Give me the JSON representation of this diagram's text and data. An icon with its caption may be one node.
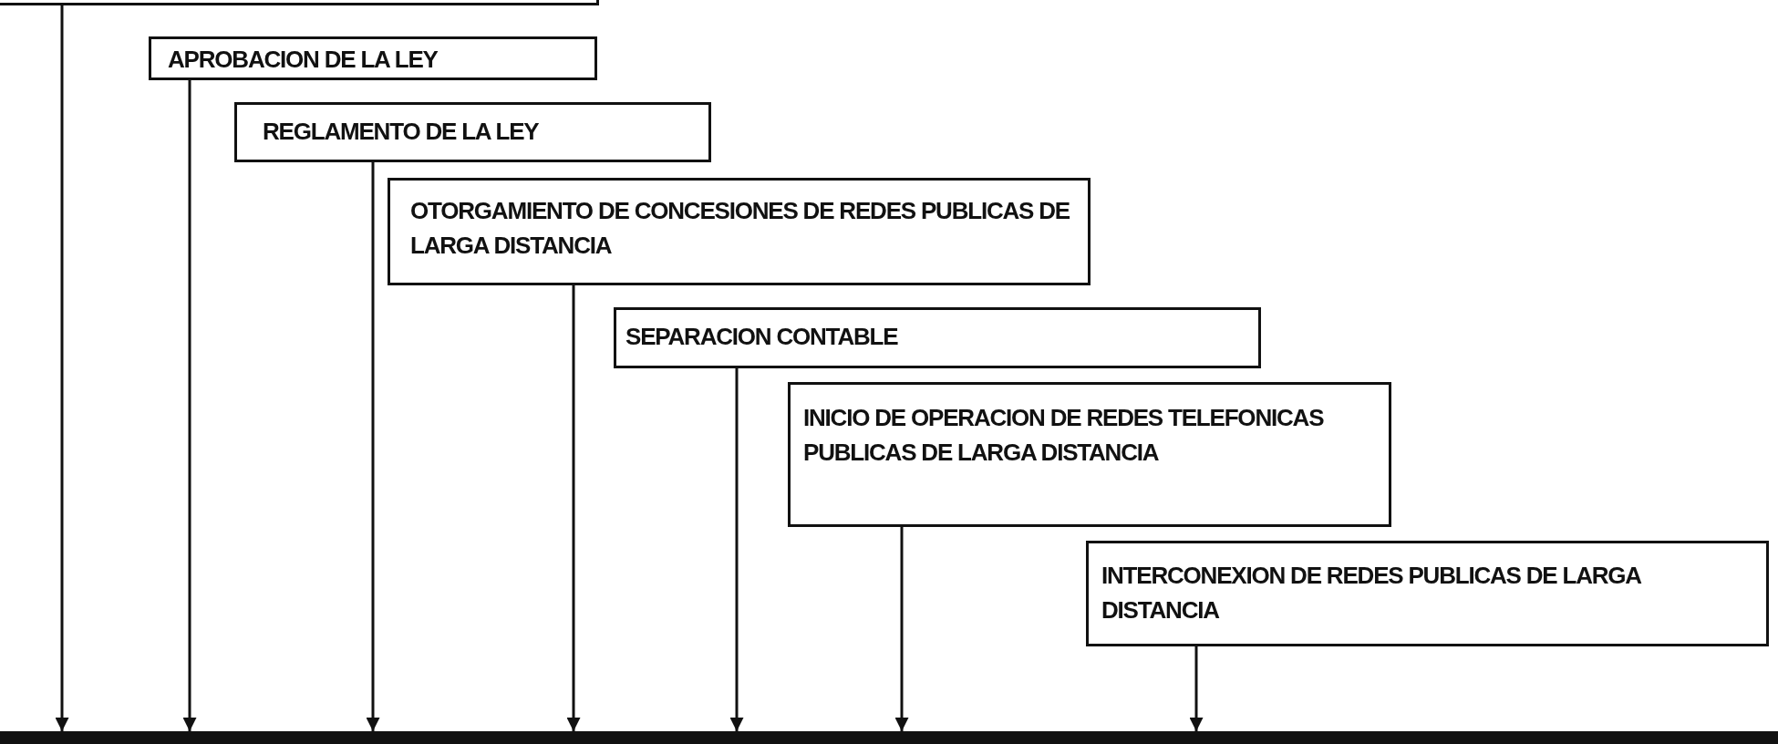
{
  "diagram": {
    "nodes": [
      {
        "text": [],
        "shape": "box"
      },
      {
        "text": [
          "APROBACION DE LA LEY"
        ]
      },
      {
        "text": [
          "REGLAMENTO DE LA LEY"
        ]
      },
      {
        "text": [
          "OTORGAMIENTO DE CONCESIONES DE REDES PUBLICAS DE LARGA DISTANCIA"
        ]
      },
      {
        "text": [
          "SEPARACION CONTABLE"
        ]
      },
      {
        "text": [
          "INICIO DE OPERACION DE REDES TELEFONICAS PUBLICAS DE LARGA DISTANCIA"
        ]
      },
      {
        "text": [
          "INTERCONEXION DE REDES PUBLICAS DE LARGA DISTANCIA"
        ]
      },
      {
        "text": [],
        "shape": "bar"
      }
    ],
    "edges": [
      {
        "from": 0,
        "to": 7,
        "arrow": "to"
      },
      {
        "from": 1,
        "to": 7,
        "arrow": "to"
      },
      {
        "from": 2,
        "to": 7,
        "arrow": "to"
      },
      {
        "from": 3,
        "to": 7,
        "arrow": "to"
      },
      {
        "from": 4,
        "to": 7,
        "arrow": "to"
      },
      {
        "from": 5,
        "to": 7,
        "arrow": "to"
      },
      {
        "from": 6,
        "to": 7,
        "arrow": "to"
      }
    ]
  }
}
